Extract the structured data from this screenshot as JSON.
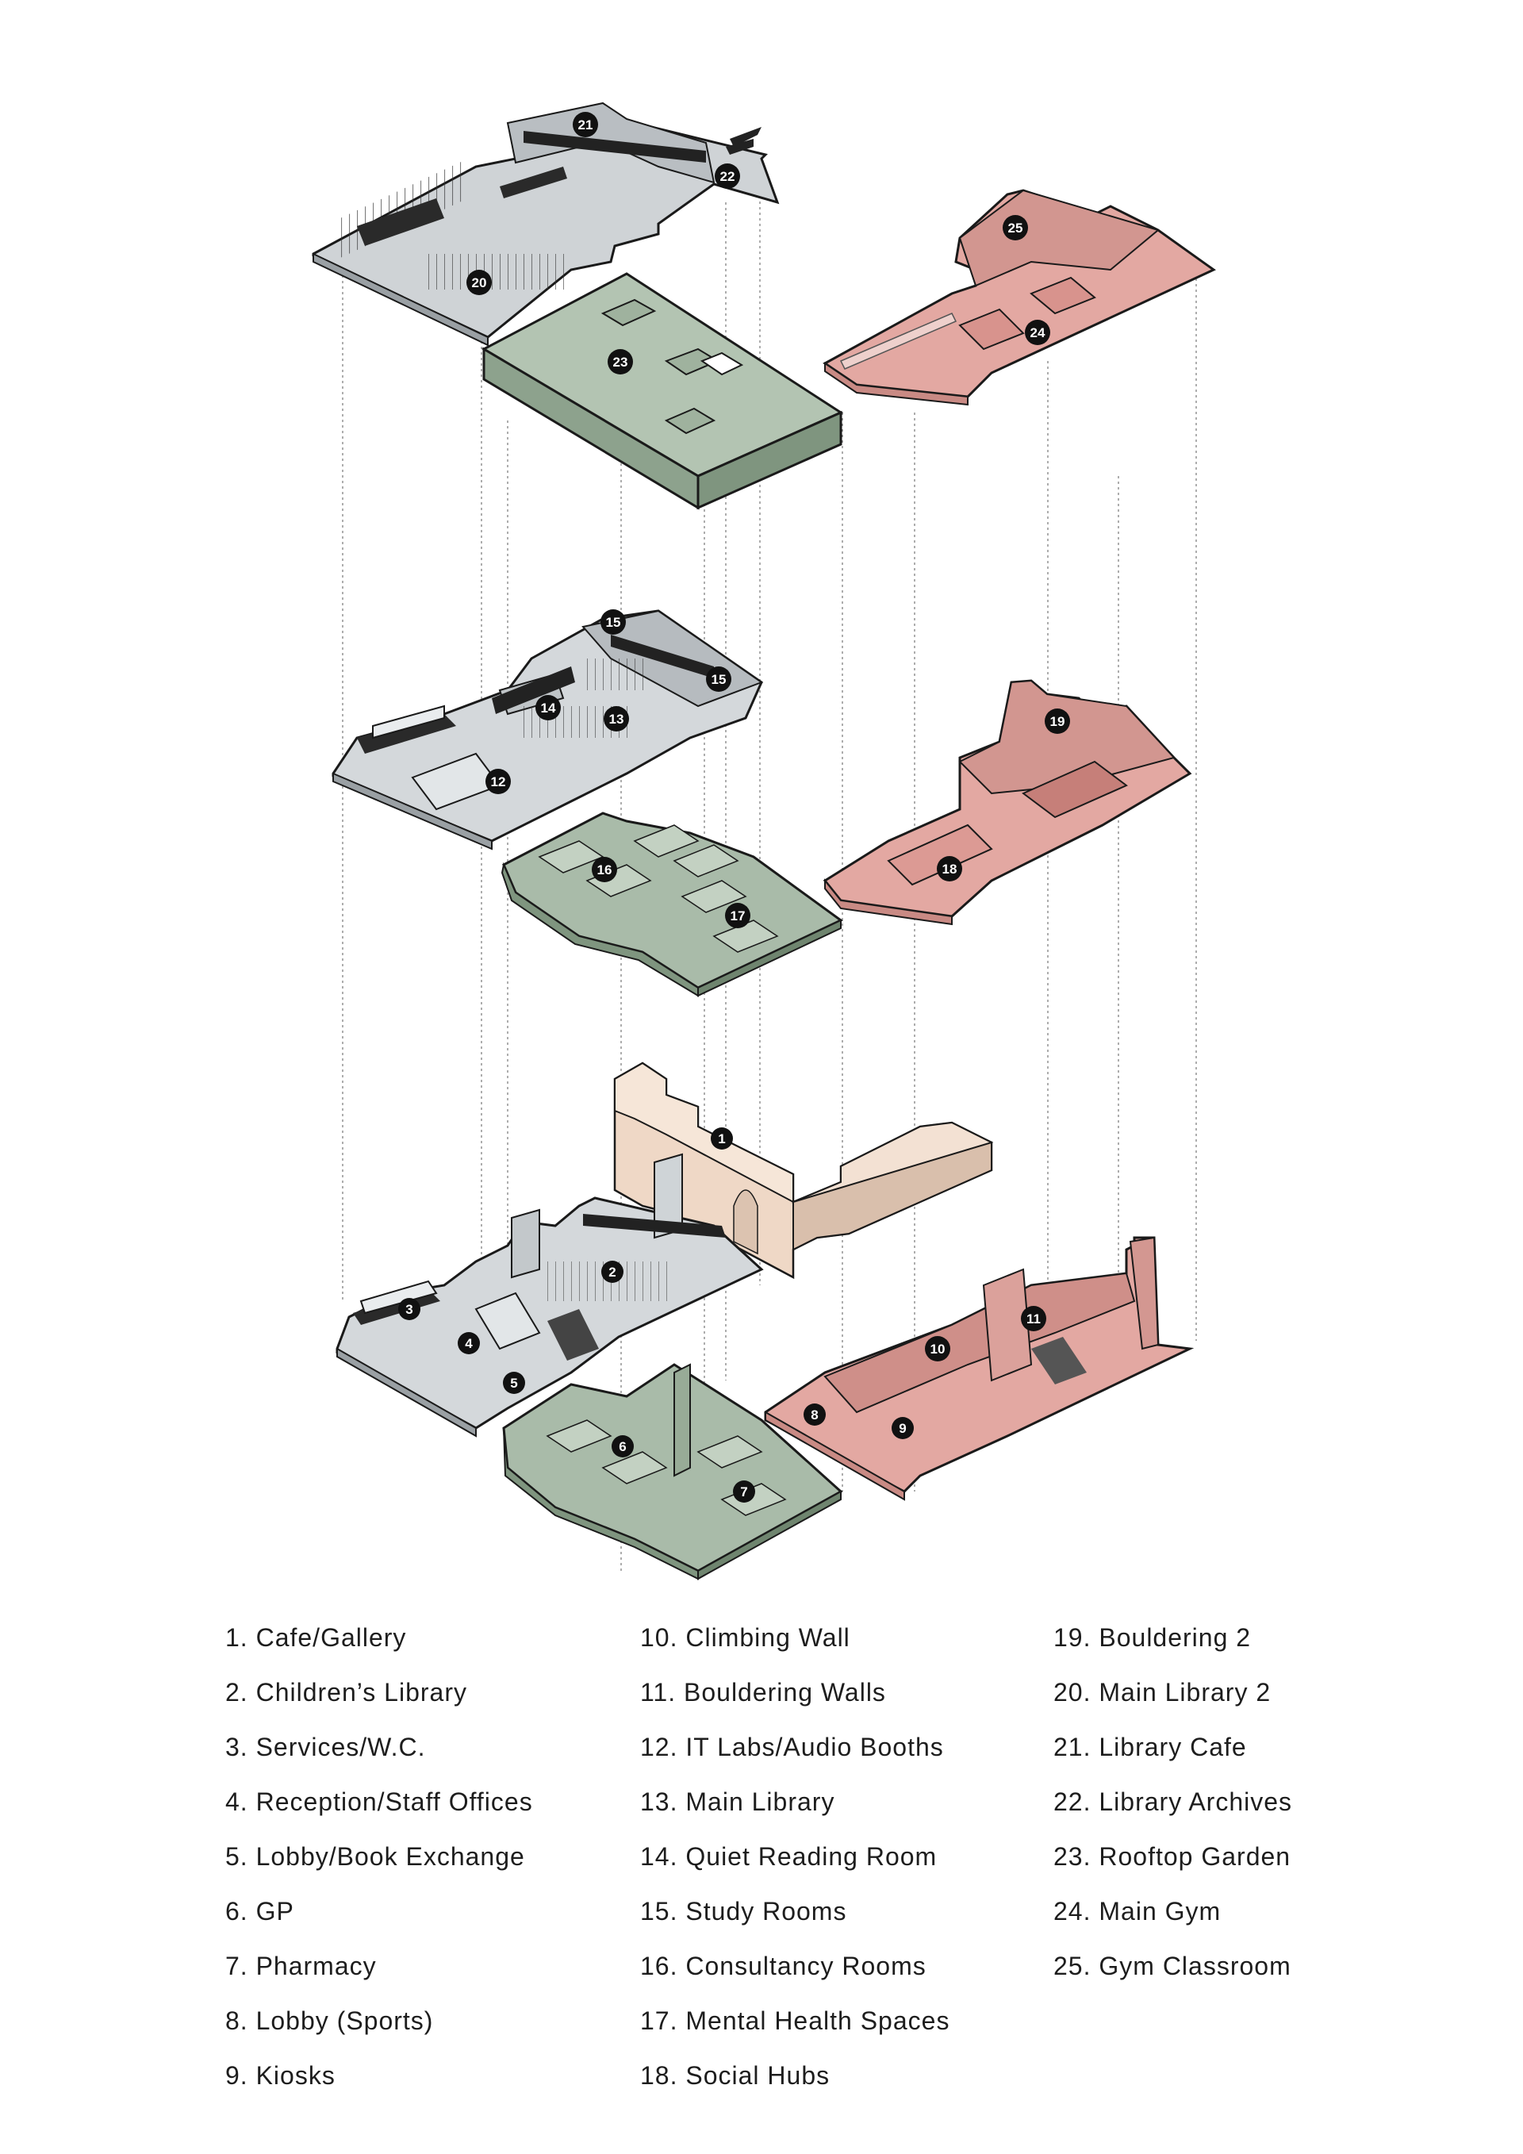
{
  "colors": {
    "library_gray": "#cfd3d6",
    "health_green": "#a9bba9",
    "sports_pink": "#e3a8a2",
    "cafe_beige": "#efd8c6",
    "outline": "#1a1a1a",
    "badge": "#111111",
    "legend_text": "#1d1d1d"
  },
  "badges": [
    "1",
    "2",
    "3",
    "4",
    "5",
    "6",
    "7",
    "8",
    "9",
    "10",
    "11",
    "12",
    "13",
    "14",
    "15",
    "16",
    "17",
    "18",
    "19",
    "20",
    "21",
    "22",
    "23",
    "24",
    "25"
  ],
  "legend": {
    "column_1": [
      "1. Cafe/Gallery",
      "2. Children’s Library",
      "3. Services/W.C.",
      "4. Reception/Staff Offices",
      "5. Lobby/Book Exchange",
      "6. GP",
      "7. Pharmacy",
      "8. Lobby (Sports)",
      "9. Kiosks"
    ],
    "column_2": [
      "10. Climbing Wall",
      "11. Bouldering Walls",
      "12. IT Labs/Audio Booths",
      "13. Main Library",
      "14. Quiet Reading Room",
      "15. Study Rooms",
      "16. Consultancy Rooms",
      "17. Mental Health Spaces",
      "18. Social Hubs"
    ],
    "column_3": [
      "19. Bouldering 2",
      "20. Main Library 2",
      "21. Library Cafe",
      "22. Library Archives",
      "23. Rooftop Garden",
      "24. Main Gym",
      "25. Gym Classroom"
    ]
  }
}
